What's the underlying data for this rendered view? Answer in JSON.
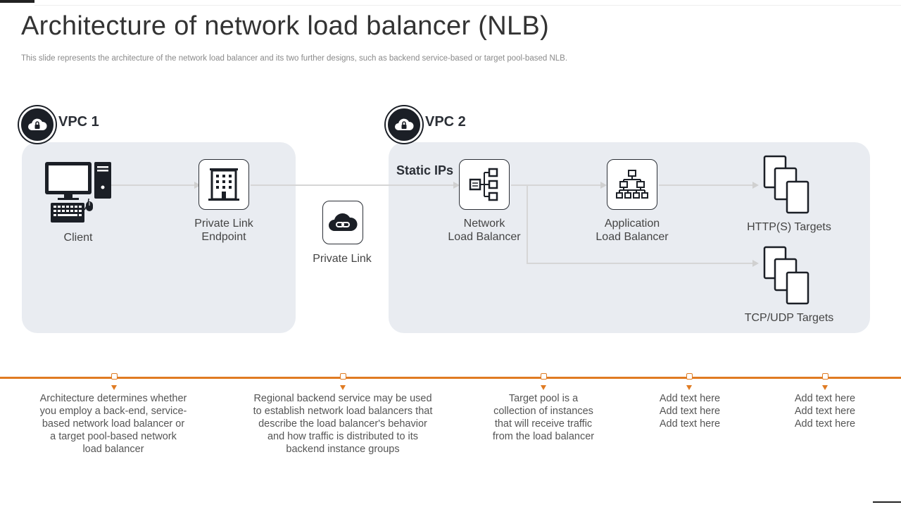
{
  "title": "Architecture of network load balancer (NLB)",
  "subtitle": "This slide represents the architecture of the network load balancer and its two further designs, such as backend service-based or target pool-based NLB.",
  "vpc1": {
    "label": "VPC 1",
    "icon": "cloud-lock-icon",
    "nodes": {
      "client": {
        "label": "Client",
        "icon": "desktop-computer-icon"
      },
      "endpoint": {
        "line1": "Private Link",
        "line2": "Endpoint",
        "icon": "building-icon"
      }
    }
  },
  "private_link": {
    "label": "Private Link",
    "icon": "cloud-link-icon"
  },
  "vpc2": {
    "label": "VPC 2",
    "icon": "cloud-lock-icon",
    "static_ips": "Static IPs",
    "nodes": {
      "nlb": {
        "line1": "Network",
        "line2": "Load Balancer",
        "icon": "network-distribution-icon"
      },
      "alb": {
        "line1": "Application",
        "line2": "Load Balancer",
        "icon": "hierarchy-icon"
      },
      "http": {
        "label": "HTTP(S) Targets",
        "icon": "stacked-pages-icon"
      },
      "tcp": {
        "label": "TCP/UDP Targets",
        "icon": "stacked-pages-icon"
      }
    }
  },
  "timeline": {
    "accent_color": "#e07b22",
    "items": [
      {
        "lines": [
          "Architecture determines whether",
          "you employ a back-end, service-",
          "based network load balancer or",
          "a target pool-based network",
          "load balancer"
        ]
      },
      {
        "lines": [
          "Regional backend service may be used",
          "to establish network load balancers that",
          "describe the load balancer's behavior",
          "and how traffic is distributed to its",
          "backend instance groups"
        ]
      },
      {
        "lines": [
          "Target pool is a",
          "collection of instances",
          "that will receive traffic",
          "from the load balancer"
        ]
      },
      {
        "lines": [
          "Add text here",
          "Add text here",
          "Add text here"
        ]
      },
      {
        "lines": [
          "Add text here",
          "Add text here",
          "Add text here"
        ]
      }
    ]
  }
}
